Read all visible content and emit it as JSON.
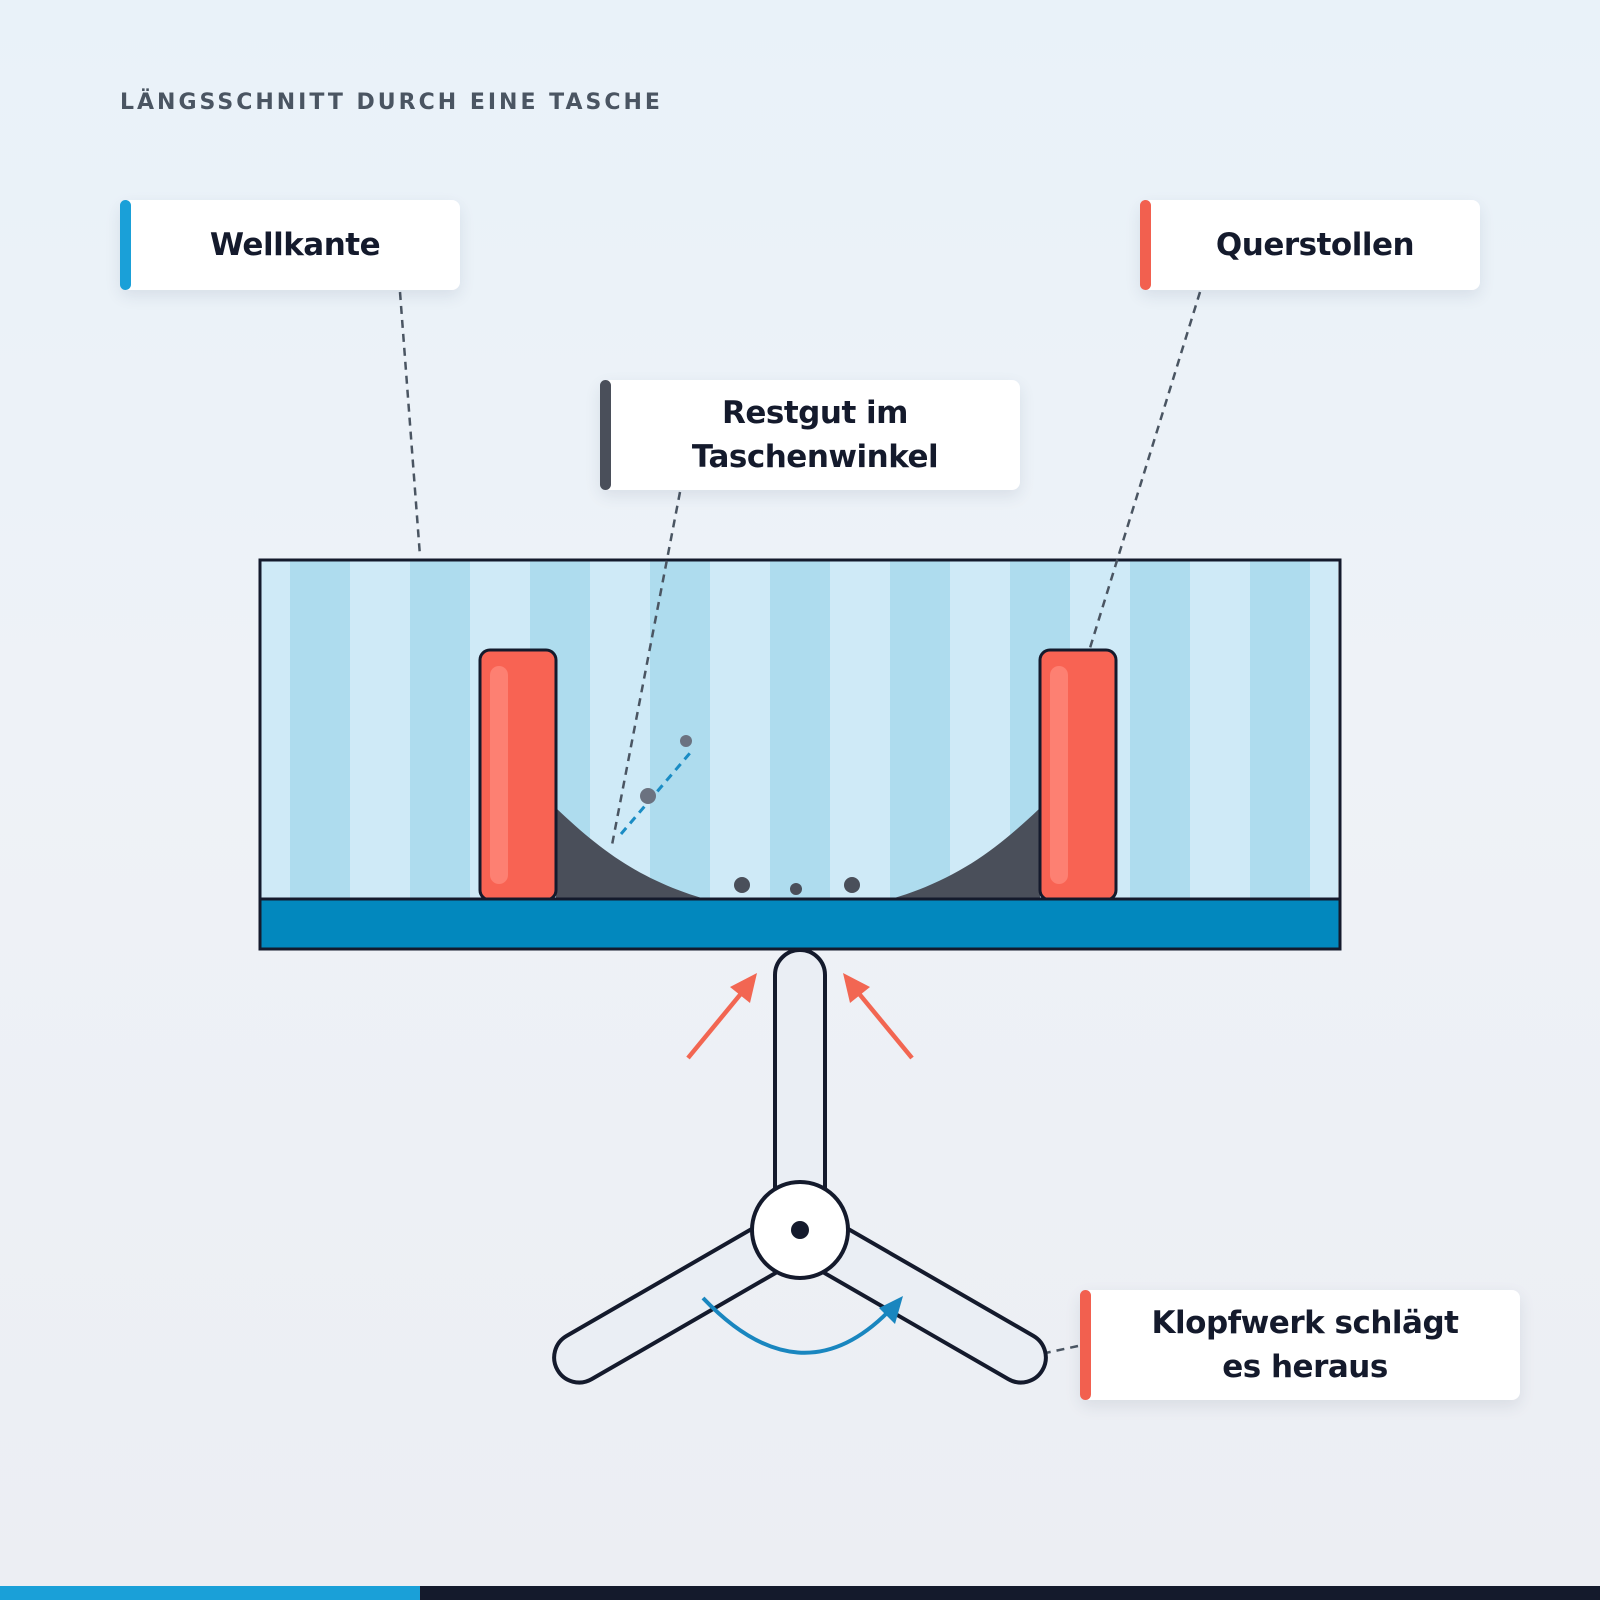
{
  "title": "LÄNGSSCHNITT DURCH EINE TASCHE",
  "labels": {
    "wellkante": "Wellkante",
    "querstollen": "Querstollen",
    "restgut_line1": "Restgut im",
    "restgut_line2": "Taschenwinkel",
    "klopfwerk_line1": "Klopfwerk schlägt",
    "klopfwerk_line2": "es heraus"
  },
  "colors": {
    "wellkante_accent": "#1aa0d8",
    "querstollen_accent": "#f2604f",
    "restgut_accent": "#4a4f5a",
    "klopfwerk_accent": "#f2604f",
    "belt_base": "#0288be",
    "stripe_light": "#cfeaf7",
    "stripe_dark": "#aedcee",
    "cleat": "#f86353",
    "residue": "#4a4f5a",
    "impact_arrow": "#f26652",
    "rotation_arrow": "#1986bf",
    "outline": "#141a2c",
    "bottom_bar_accent": "#1aa0d8",
    "bottom_bar_dark": "#141a2c"
  },
  "icons": [
    "impact-arrow-icon",
    "rotation-arrow-icon",
    "hub-icon"
  ]
}
